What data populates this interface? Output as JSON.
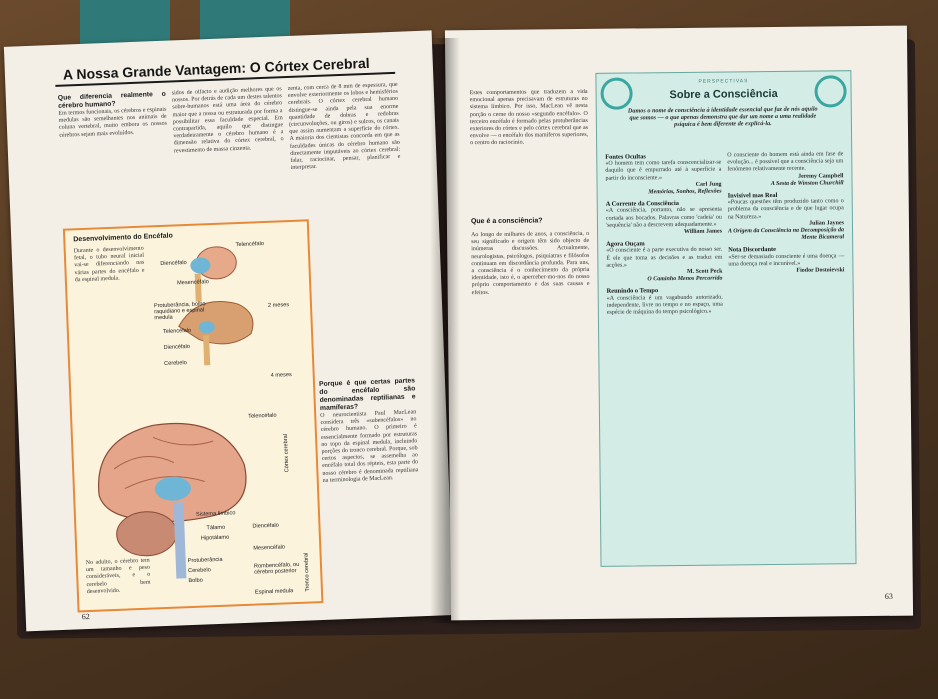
{
  "left_page": {
    "title": "A Nossa Grande Vantagem: O Córtex Cerebral",
    "intro_head": "Que diferencia realmente o cérebro humano?",
    "intro_text": "Em termos funcionais, os cérebros e espinais medulas são semelhantes nos animais de coluna vertebral, muito embora os nossos cérebros sejam mais evoluídos.",
    "col2_text": "sidos de olfacto e audição melhores que os nossos. Por detrás de cada um destes talentos sobre-humanos está uma área do cérebro maior que a nossa ou estruturada por forma a possibilitar essa faculdade especial. Em contrapartida, aquilo que distingue verdadeiramente o cérebro humano é a dimensão relativa do córtex cerebral, o revestimento de massa cinzenta.",
    "col3_text": "zenta, com cerca de 8 mm de espessura, que envolve exteriormente os lobos e hemisférios cerebrais. O córtex cerebral humano distingue-se ainda pela sua enorme quantidade de dobras e redobras (circunvoluções, ou giros) e sulcos, os canais que assim aumentam a superfície do córtex. A maioria dos cientistas concorda em que as faculdades únicas do cérebro humano são directamente imputáveis ao córtex cerebral: falar, raciocinar, pensar, planificar e interpretar.",
    "dev_box": {
      "title": "Desenvolvimento do Encéfalo",
      "text": "Durante o desenvolvimento fetal, o tubo neural inicial vai-se diferenciando nas várias partes do encéfalo e da espinal medula.",
      "labels": {
        "telencefalo_top": "Telencéfalo",
        "diencefalo_top": "Diencéfalo",
        "mesencefalo": "Mesencéfalo",
        "protuberancia": "Protuberância, bolbo raquidiano e espinal medula",
        "two_months": "2 meses",
        "telencefalo_mid": "Telencéfalo",
        "diencefalo_mid": "Diencéfalo",
        "cerebelo_mid": "Cerebelo",
        "four_months": "4 meses",
        "telencefalo_big": "Telencéfalo",
        "cortex": "Córtex cerebral",
        "sistema_limbico": "Sistema límbico",
        "talamo": "Tálamo",
        "hipotalamo": "Hipotálamo",
        "diencefalo_big": "Diencéfalo",
        "mesencefalo_big": "Mesencéfalo",
        "protuberancia_big": "Protuberância",
        "cerebelo_big": "Cerebelo",
        "medula_big": "Bolbo",
        "rombencefalo": "Rombencéfalo, ou cérebro posterior",
        "espinal": "Espinal medula",
        "tronco": "Tronco cerebral"
      },
      "adult_caption": "No adulto, o cérebro tem um tamanho e peso consideráveis, e o cerebelo bem desenvolvido."
    },
    "question_head": "Porque é que certas partes do encéfalo são denominadas reptilianas e mamíferas?",
    "col2b_text": "O neurocientista Paul MacLean considera três «subencéfalos» no cérebro humano. O primeiro é essencialmente formado por estruturas no topo da espinal medula, incluindo porções do tronco cerebral. Porque, sob certos aspectos, se assemelha ao encéfalo total dos répteis, esta parte do nosso cérebro é denominada reptiliana na terminologia de MacLean.",
    "page_number": "62"
  },
  "right_page": {
    "col1_text": "Estes comportamentos que traduzem a vida emocional apenas precisavam de estruturas no sistema límbico. Por isso, MacLean vê nesta porção o cerne do nosso «segundo encéfalo». O terceiro encéfalo é formado pelas protuberâncias exteriores do córtex e pelo córtex cerebral que as envolve — o encéfalo dos mamíferos superiores, o centro do raciocínio.",
    "question_head": "Que é a consciência?",
    "col1b_text": "Ao longo de milhares de anos, a consciência, o seu significado e origem têm sido objecto de inúmeras discussões. Actualmente, neurologistas, psicólogos, psiquiatras e filósofos continuam em discordância profunda. Para uns, a consciência é o conhecimento da própria identidade, isto é, o aperceber-mo-nos do nosso próprio comportamento e das suas causas e efeitos.",
    "panel": {
      "label": "PERSPECTIVAS",
      "title": "Sobre a Consciência",
      "intro": "Damos o nome de consciência à identidade essencial que faz de nós aquilo que somos — o que apenas demonstra que dar um nome a uma realidade psíquica é bem diferente de explicá-la.",
      "q1_head": "Fontes Ocultas",
      "q1_text": "«O homem tem como tarefa conscencializar-se daquilo que é empurrado até à superfície a partir do inconsciente.»",
      "q1_author": "Carl Jung",
      "q1_work": "Memórias, Sonhos, Reflexões",
      "q2_head": "A Corrente da Consciência",
      "q2_text": "«A consciência, portanto, não se apresenta cortada aos bocados. Palavras como 'cadeia' ou 'sequência' não a descrevem adequadamente.»",
      "q2_author": "William James",
      "q3_head": "Agora Ouçam",
      "q3_text": "«O consciente é a parte executiva do nosso ser. É ele que toma as decisões e as traduz em acções.»",
      "q3_author": "M. Scott Peck",
      "q3_work": "O Caminho Menos Percorrido",
      "q4_head": "Reunindo o Tempo",
      "q4_text": "«A consciência é um vagabundo autorizado, independente, livre no tempo e no espaço, uma espécie de máquina do tempo psicológico.»",
      "q5_text": "O consciente do homem está ainda em fase de evolução... é possível que a consciência seja um fenómeno relativamente recente.",
      "q5_author": "Jeremy Campbell",
      "q5_work": "A Sesta de Winston Churchill",
      "q6_head": "Invisível mas Real",
      "q6_text": "«Poucas questões têm produzido tanto como o problema da consciência e de que lugar ocupa na Natureza.»",
      "q6_author": "Julian Jaynes",
      "q6_work": "A Origem da Consciência na Decomposição da Mente Bicameral",
      "q7_head": "Nota Discordante",
      "q7_text": "«Ser-se demasiado consciente é uma doença — uma doença real e incurável.»",
      "q7_author": "Fiodor Dostoievski"
    },
    "page_number": "63"
  }
}
